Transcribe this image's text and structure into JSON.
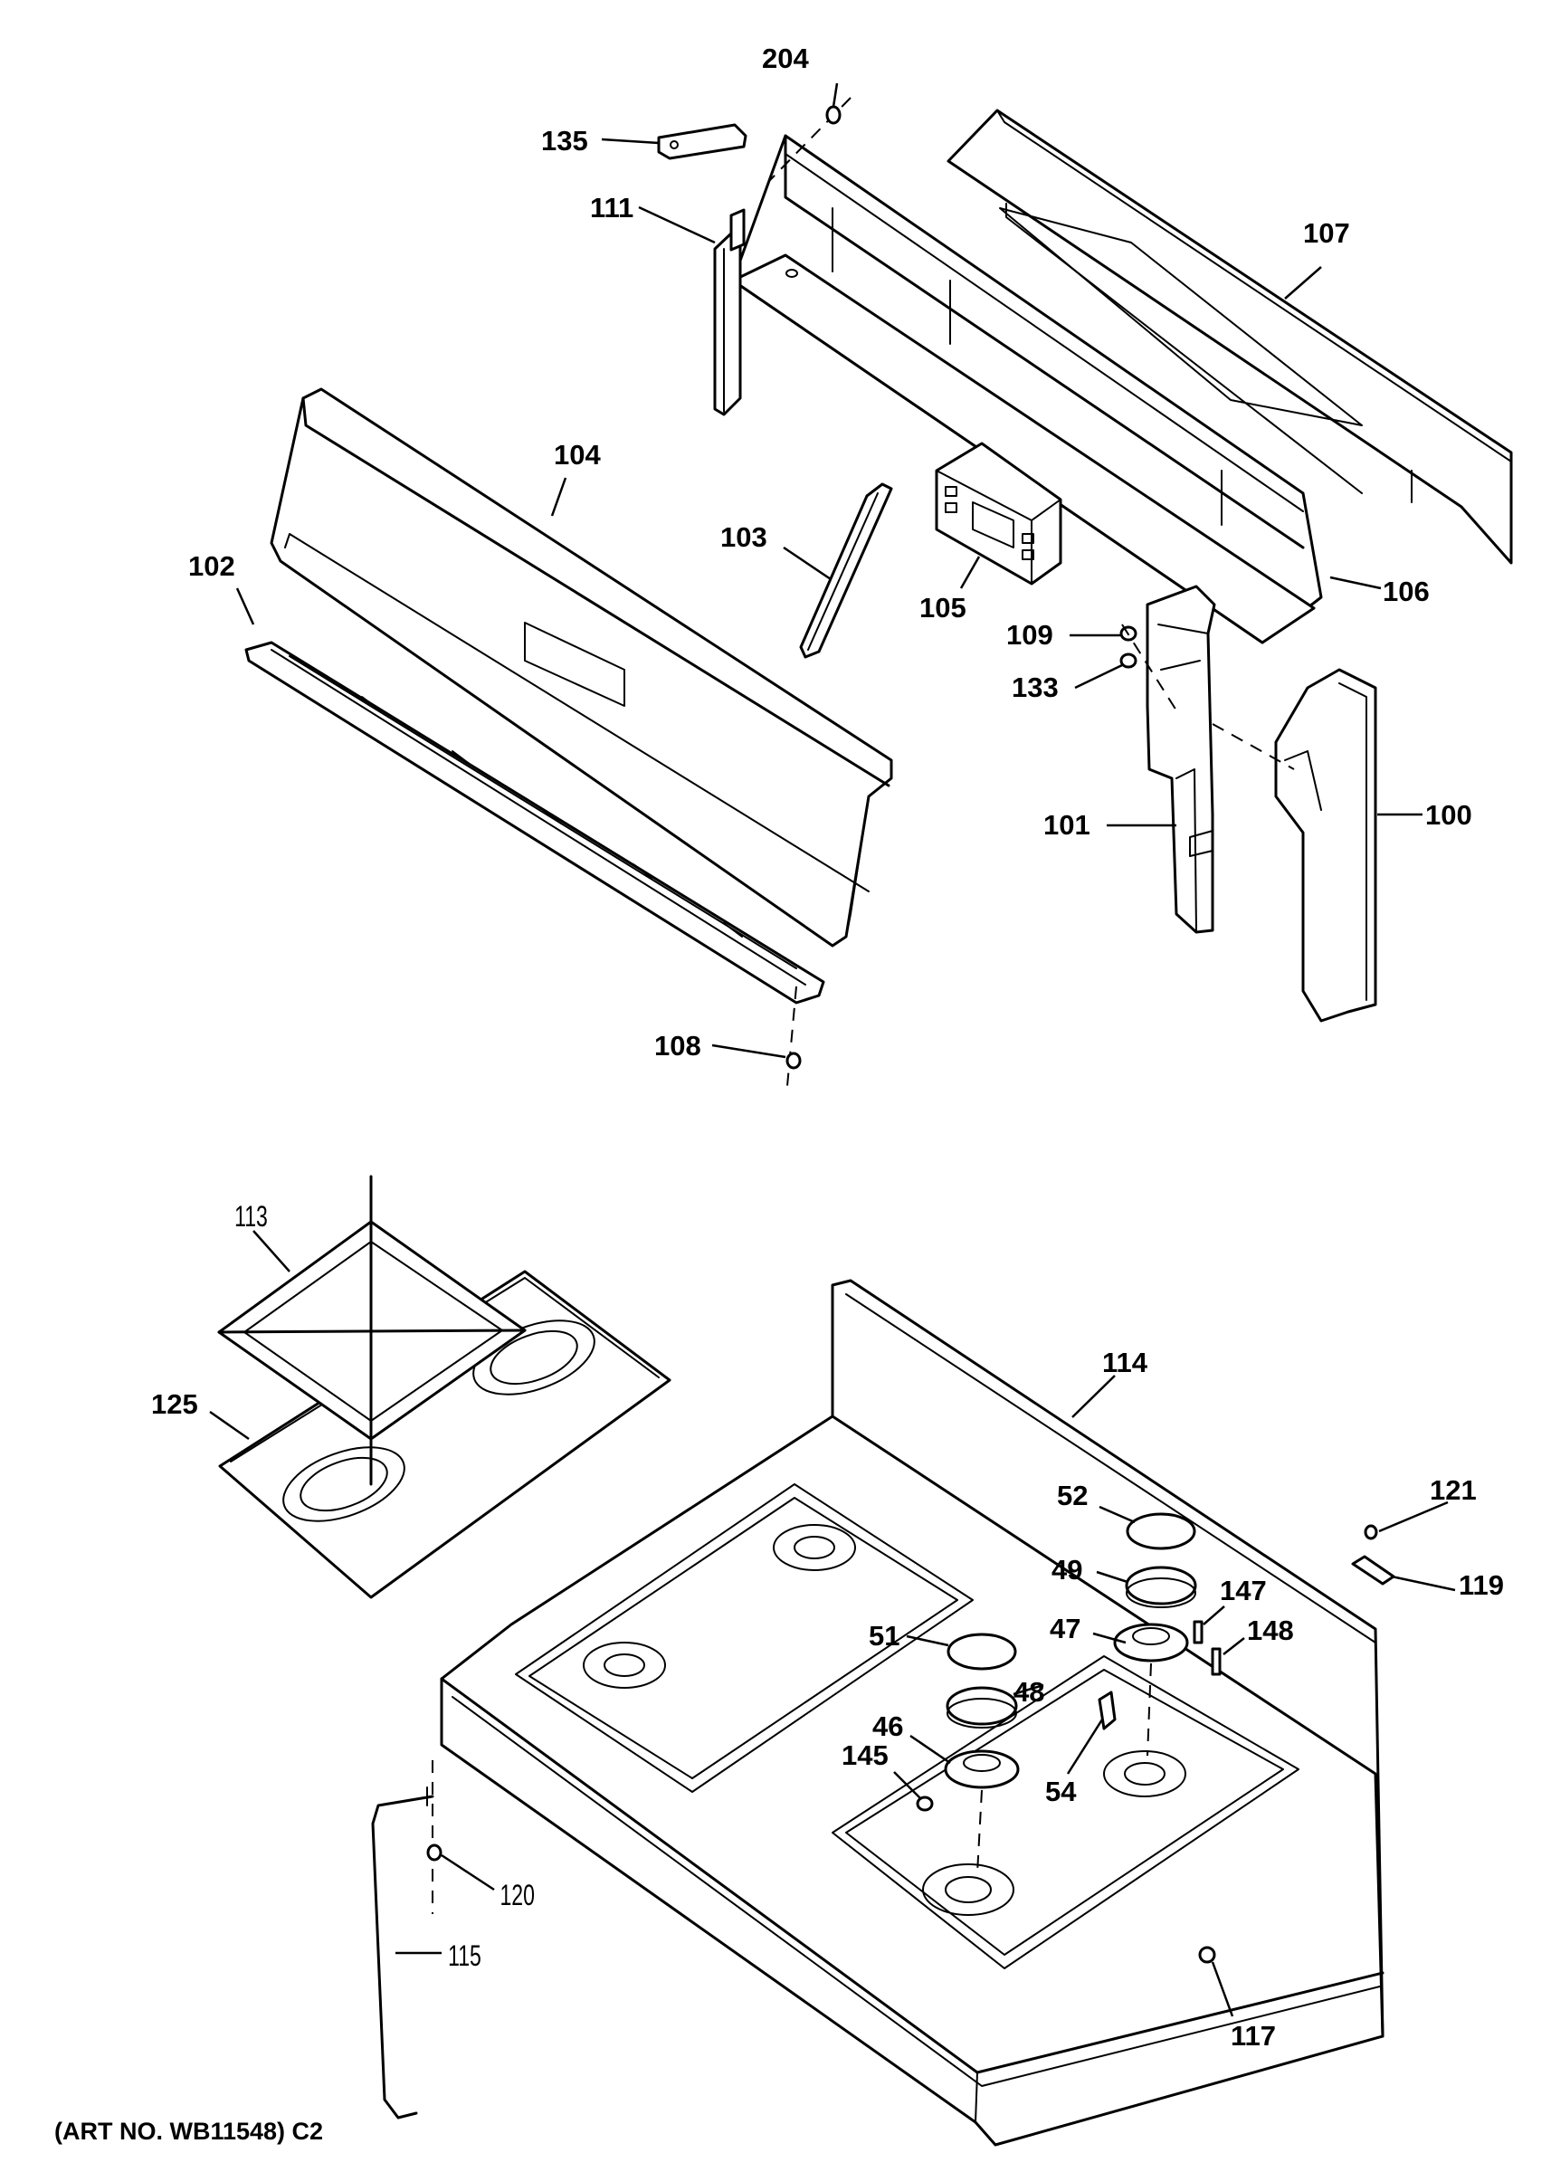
{
  "footer": {
    "art_number": "(ART NO. WB11548) C2"
  },
  "labels": {
    "p204": "204",
    "p135": "135",
    "p111": "111",
    "p107": "107",
    "p104": "104",
    "p102": "102",
    "p103": "103",
    "p105": "105",
    "p106": "106",
    "p109": "109",
    "p133": "133",
    "p101": "101",
    "p100": "100",
    "p108": "108",
    "p113": "113",
    "p125": "125",
    "p114": "114",
    "p52": "52",
    "p121": "121",
    "p49": "49",
    "p119": "119",
    "p147": "147",
    "p47": "47",
    "p148": "148",
    "p51": "51",
    "p48": "48",
    "p46": "46",
    "p54": "54",
    "p145": "145",
    "p120": "120",
    "p115": "115",
    "p117": "117"
  }
}
